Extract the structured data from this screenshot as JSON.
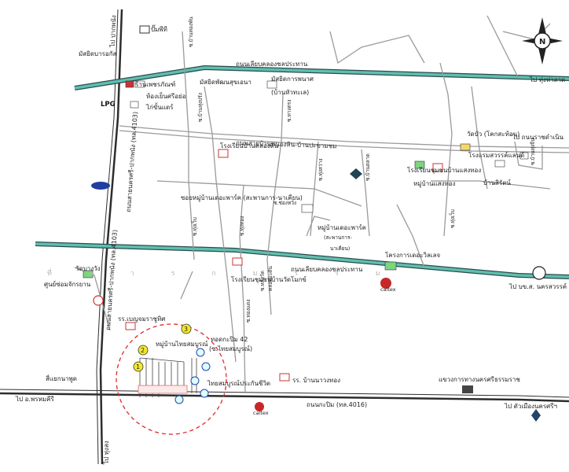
{
  "compass": {
    "letter": "N"
  },
  "colors": {
    "canal": "#5fbfb0",
    "road": "#9a9a9a",
    "major_road": "#2d2d2d",
    "highlight_circle": "#e0262b",
    "marker": "#f4e82a",
    "shop_icon": "#3aa04a"
  },
  "labels": {
    "canal_north": "ถนนเลียบคลองชลประทาน",
    "canal_north_dest": "ไป ทุ่งห่าลาด",
    "canal_south": "ถนนเลียบคลองชลประทาน",
    "canal_south_dest": "ไป บข.ส. นครสวรรค์",
    "road_mid": "ถนนสายบ้านหนองหิน-บ้านปะขามชม",
    "road_mid_dest": "ไป ถนนราชดำเนิน",
    "road_south": "ถนนกะปิม (ทล.4016)",
    "road_south_west": "ไป อ.พรหมคีรี",
    "road_south_east": "ไป ตัวเมืองนครศรีฯ",
    "road_west_vertical": "ถนนสายนครศรี-ปากพนัง (ทล.4103)",
    "road_west_vertical_s": "ถนนสายนครศรี-ปากพนัง (ทล.4103)",
    "north_dest": "ไป ปากพนัง",
    "south_dest": "ไป ทุ่งสง",
    "soi_a": "ซ.บ้านทุ่งปรัง",
    "soi_b": "ซ.บ้านทองพัน",
    "soi_c": "ซ.ทางตรง",
    "soi_d": "ซ.บ้านตลาด",
    "soi_e": "ซ.ทองแดง",
    "soi_f": "ซ.ทุ่งเว็บ",
    "soi_g": "ซ.ทุ่งทอง",
    "soi_h": "ซ.ทุ่งเว็บ",
    "soi_i": "ซ.ช่องหวัง",
    "soi_j": "ซ.ทุ่งสว่าง",
    "soi_k": "ซ.หลังวัด",
    "soi_k2": "คลองมะดัน",
    "soi_l": "ซ.บ้านทุ่งจีน",
    "mosque": "มัสยิดบารอกัส",
    "bps": "ปั๊มพีที",
    "mosque2": "มัสยิดพัฒนสุขเอนา",
    "mosque3": "มัสยิดการพนาศ",
    "mosque3_sub": "(บ้านหัวทะเล)",
    "shop1": "ร้านเพชรภัณฑ์",
    "shop2": "ห้องเย็นศรีอย่อ",
    "shop3": "ไก่ขั้นแดร์",
    "lpg": "LPG",
    "school1": "โรงเรียนบ้านคลองดิน",
    "school2": "โรงเรียนชุมชนบ้านแสงทอง",
    "village1": "หมู่บ้านแสงทอง",
    "temple": "วัดบัว (โคกสะท้อน)",
    "school3": "โรงแรมสวรรค์แลนด์",
    "village2": "บ้านสิรัตน์",
    "village3": "หมู่บ้านเดอะพาร์ค",
    "village3_sub": "(สะพานการ-",
    "village3_sub2": "นาเคียน)",
    "project": "โครงการเดอะวิลเลจ",
    "school4": "โรงเรียนชุมชนบ้านวัดโมกข์",
    "village_park": "ซอยหมู่บ้านเดอะพาร์ค (สะพานการ-นาเคียน)",
    "school5": "รร.เบญจมราชูทิศ",
    "temple2": "วัดบางวัง",
    "market": "ศูนย์ซ่อมจักรยาน",
    "village_main": "หมู่บ้านไทยสมบูรณ์",
    "landmark_ptt": "ทอดกะปิม 42",
    "landmark_ptt_sub": "(ซ.ไทยสมบูรณ์)",
    "village_main_label": "ไทยสมบูรณ์ประกันชีวิต",
    "school6": "รร. บ้านนาวงทอง",
    "office": "แขวงการทางนครศรีธรรมราช",
    "junction": "สี่แยกนาพูด",
    "watermark": "ที่ ค า ร ก ม ร ร ม",
    "cafe": "caltex"
  },
  "markers": [
    "1",
    "2",
    "3"
  ]
}
